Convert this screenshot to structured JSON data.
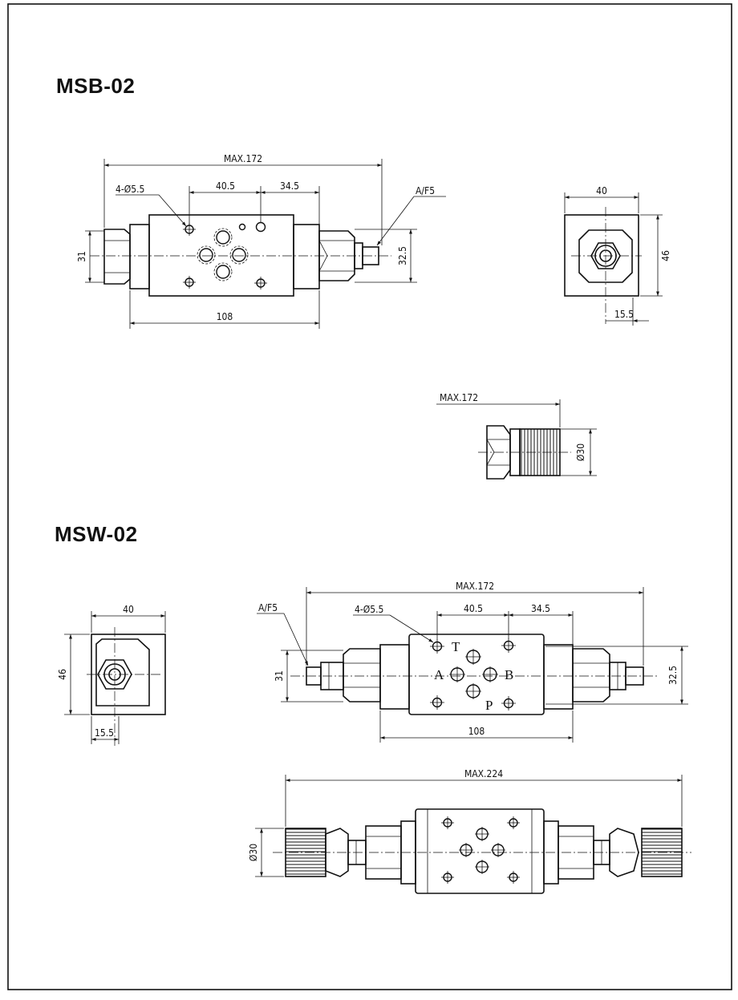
{
  "drawing": {
    "msb": {
      "title": "MSB-02",
      "front": {
        "max_len": "MAX.172",
        "holes": "4-Ø5.5",
        "pitch1": "40.5",
        "pitch2": "34.5",
        "wrench": "A/F5",
        "height": "31",
        "height2": "32.5",
        "body_len": "108"
      },
      "side": {
        "width": "40",
        "height": "46",
        "offset": "15.5"
      },
      "knob": {
        "max_len": "MAX.172",
        "dia": "Ø30"
      }
    },
    "msw": {
      "title": "MSW-02",
      "side": {
        "width": "40",
        "height": "46",
        "offset": "15.5"
      },
      "front": {
        "max_len": "MAX.172",
        "holes": "4-Ø5.5",
        "pitch1": "40.5",
        "pitch2": "34.5",
        "wrench": "A/F5",
        "height": "31",
        "height2": "32.5",
        "body_len": "108",
        "port_t": "T",
        "port_a": "A",
        "port_b": "B",
        "port_p": "P"
      },
      "knob_view": {
        "max_len": "MAX.224",
        "dia": "Ø30"
      }
    }
  }
}
